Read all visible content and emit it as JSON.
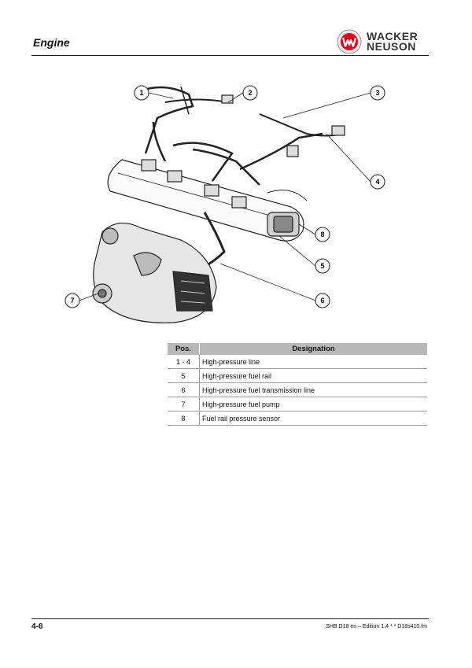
{
  "header": {
    "title": "Engine",
    "brand_line1": "WACKER",
    "brand_line2": "NEUSON",
    "brand_color": "#e2001a"
  },
  "diagram": {
    "callouts": [
      "1",
      "2",
      "3",
      "4",
      "5",
      "6",
      "7",
      "8"
    ]
  },
  "legend": {
    "col_pos": "Pos.",
    "col_designation": "Designation",
    "rows": [
      {
        "pos": "1 - 4",
        "designation": "High-pressure line"
      },
      {
        "pos": "5",
        "designation": "High-pressure fuel rail"
      },
      {
        "pos": "6",
        "designation": "High-pressure fuel transmission line"
      },
      {
        "pos": "7",
        "designation": "High-pressure fuel pump"
      },
      {
        "pos": "8",
        "designation": "Fuel rail pressure sensor"
      }
    ]
  },
  "footer": {
    "page": "4-6",
    "reference": "SHB D18 en – Edition 1.4 * * D18s410.fm"
  }
}
